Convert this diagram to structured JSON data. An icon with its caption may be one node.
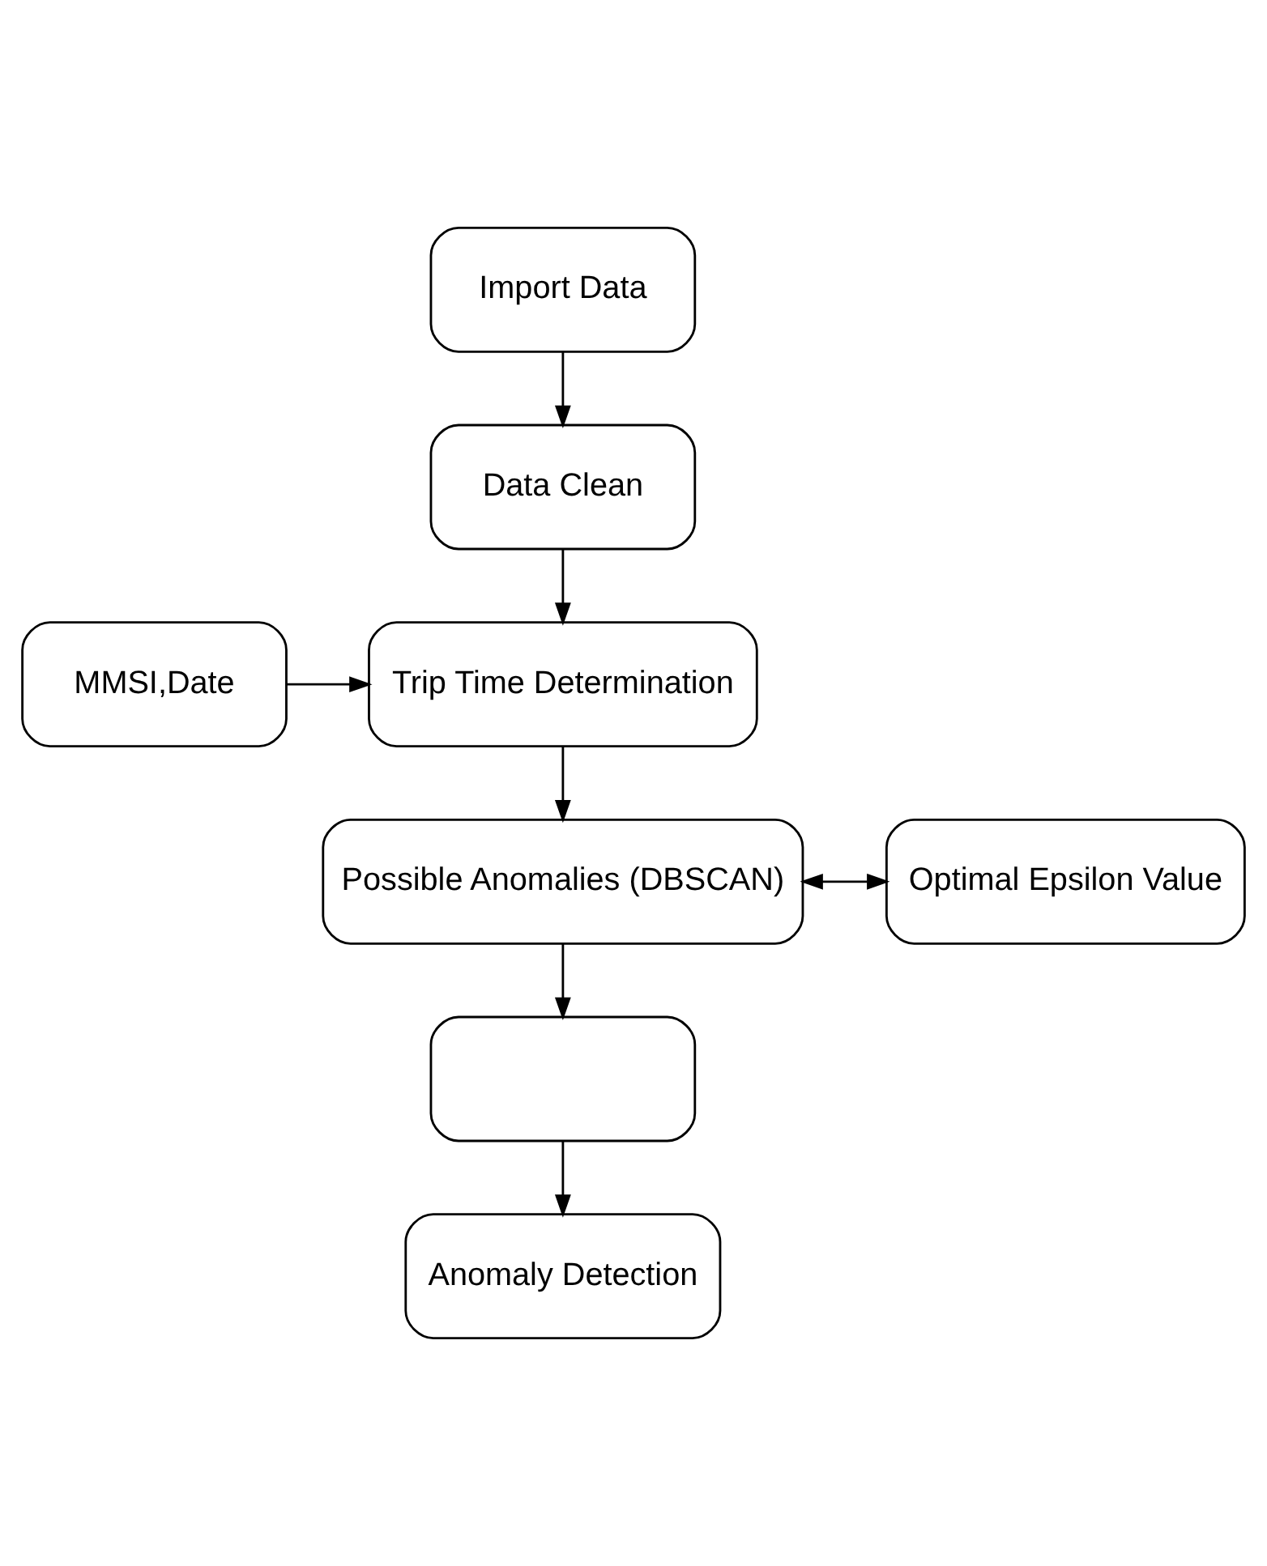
{
  "diagram": {
    "nodes": [
      {
        "text": [
          "Import Data"
        ]
      },
      {
        "text": [
          "Data Clean"
        ]
      },
      {
        "text": [
          "MMSI,Date"
        ]
      },
      {
        "text": [
          "Trip Time Determination"
        ]
      },
      {
        "text": [
          "Possible Anomalies (DBSCAN)"
        ]
      },
      {
        "text": [
          "Optimal Epsilon Value"
        ]
      },
      {
        "text": [],
        "shape": "box"
      },
      {
        "text": [
          "Anomaly Detection"
        ]
      }
    ],
    "edges": [
      {
        "from": 0,
        "to": 1,
        "arrow": "to"
      },
      {
        "from": 1,
        "to": 3,
        "arrow": "to"
      },
      {
        "from": 2,
        "to": 3,
        "arrow": "to"
      },
      {
        "from": 3,
        "to": 4,
        "arrow": "to"
      },
      {
        "from": 4,
        "to": 5,
        "arrow": "both"
      },
      {
        "from": 4,
        "to": 6,
        "arrow": "to"
      },
      {
        "from": 6,
        "to": 7,
        "arrow": "to"
      }
    ]
  }
}
